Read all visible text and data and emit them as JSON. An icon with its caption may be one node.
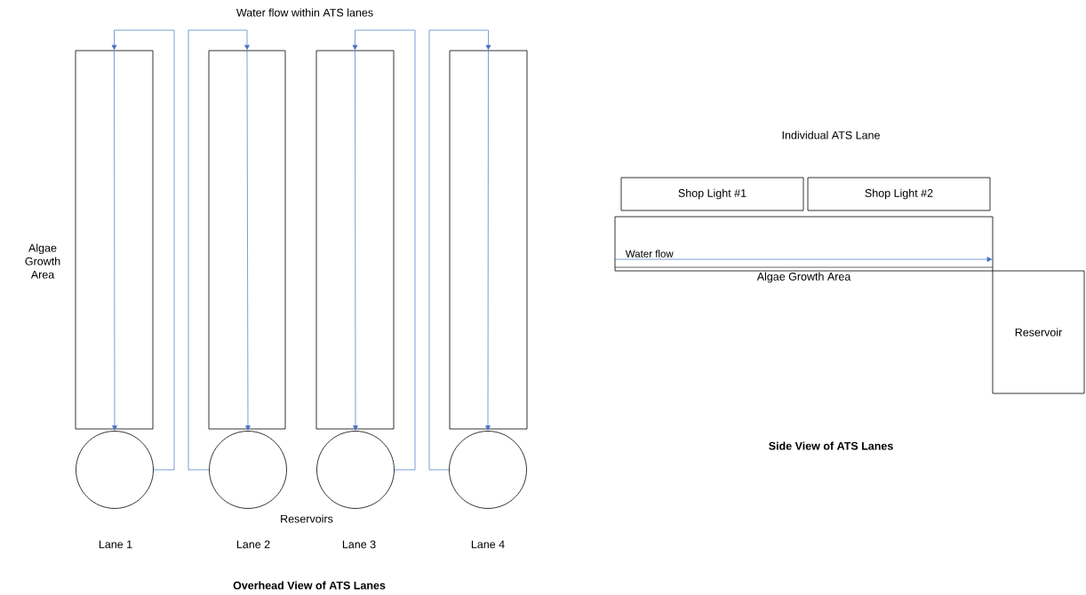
{
  "diagram": {
    "nodes": [
      {
        "text": [],
        "shape": "box"
      },
      {
        "text": [],
        "shape": "box"
      },
      {
        "text": [],
        "shape": "box"
      },
      {
        "text": [],
        "shape": "box"
      },
      {
        "text": [],
        "shape": "circle"
      },
      {
        "text": [],
        "shape": "circle"
      },
      {
        "text": [],
        "shape": "circle"
      },
      {
        "text": [],
        "shape": "circle"
      },
      {
        "text": [
          "Shop Light #1"
        ]
      },
      {
        "text": [
          "Shop Light #2"
        ]
      },
      {
        "text": [
          "Algae Growth Area"
        ]
      },
      {
        "text": [
          "Reservoir"
        ]
      }
    ],
    "edges": [
      {
        "from": 0,
        "to": 4,
        "arrow": "to"
      },
      {
        "from": 1,
        "to": 5,
        "arrow": "to"
      },
      {
        "from": 2,
        "to": 6,
        "arrow": "to"
      },
      {
        "from": 3,
        "to": 7,
        "arrow": "to"
      },
      {
        "from": 4,
        "to": 0,
        "arrow": "to"
      },
      {
        "from": 5,
        "to": 1,
        "arrow": "to"
      },
      {
        "from": 6,
        "to": 2,
        "arrow": "to"
      },
      {
        "from": 7,
        "to": 3,
        "arrow": "to"
      },
      {
        "from": 10,
        "to": 11,
        "arrow": "to",
        "label": "Water flow"
      }
    ],
    "labels": [
      "Water flow within ATS lanes",
      "Individual ATS Lane",
      "Algae Growth Area",
      "Reservoirs",
      "Lane 1",
      "Lane 2",
      "Lane 3",
      "Lane 4",
      "Side View of ATS Lanes",
      "Overhead View of ATS Lanes"
    ]
  }
}
